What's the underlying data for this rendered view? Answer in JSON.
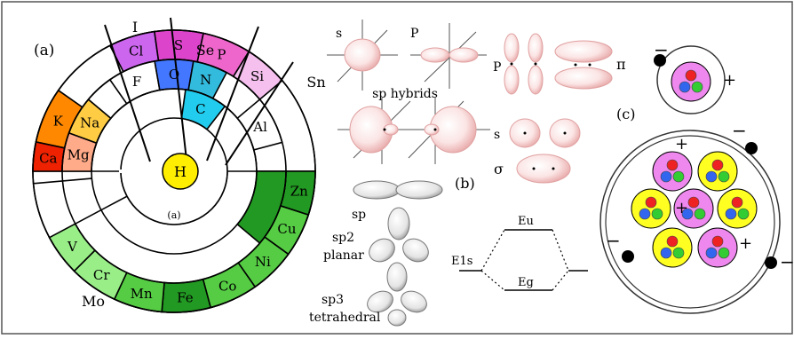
{
  "panel_a": {
    "label": "(a)",
    "center_label": "(a)",
    "hub": "H",
    "outer_labels": {
      "i": "I",
      "se": "Se",
      "sn": "Sn",
      "mo": "Mo"
    },
    "upper_cells": {
      "cl": "Cl",
      "s": "S",
      "p": "P",
      "si": "Si",
      "k": "K",
      "na": "Na",
      "f": "F",
      "o": "O",
      "n": "N",
      "c": "C",
      "ca": "Ca",
      "mg": "Mg",
      "al": "Al"
    },
    "lower_cells": {
      "zn": "Zn",
      "cu": "Cu",
      "ni": "Ni",
      "co": "Co",
      "fe": "Fe",
      "mn": "Mn",
      "cr": "Cr",
      "v": "V"
    },
    "colors": {
      "cl": "#cc66ee",
      "s": "#dd44cc",
      "p": "#ee66cc",
      "si": "#f5c0ee",
      "k": "#ff8800",
      "na": "#ffcc44",
      "f": "#ffffff",
      "o": "#4477ff",
      "n": "#33bbdd",
      "c": "#22ccee",
      "ca": "#ee2200",
      "mg": "#ffaa88",
      "dark_green": "#229922",
      "mid_green": "#55cc44",
      "light_green": "#99ee88",
      "hub": "#ffee00"
    }
  },
  "panel_b": {
    "label": "(b)",
    "orbital_labels": {
      "s_top": "s",
      "p_top": "P",
      "sp_hybrids": "sp hybrids",
      "p_right": "P",
      "pi": "π",
      "s_right": "s",
      "sigma": "σ"
    },
    "hybrid_labels": {
      "sp": "sp",
      "sp2": "sp2",
      "planar": "planar",
      "sp3": "sp3",
      "tetrahedral": "tetrahedral"
    },
    "energy_labels": {
      "e1s": "E1s",
      "eu": "Eu",
      "eg": "Eg"
    }
  },
  "panel_c": {
    "label": "(c)",
    "charges": {
      "minus": "−",
      "plus": "+"
    },
    "colors": {
      "pink": "#ee88ee",
      "yellow": "#ffff22",
      "red": "#ee2222",
      "blue": "#3366ee",
      "green": "#33cc33"
    }
  }
}
